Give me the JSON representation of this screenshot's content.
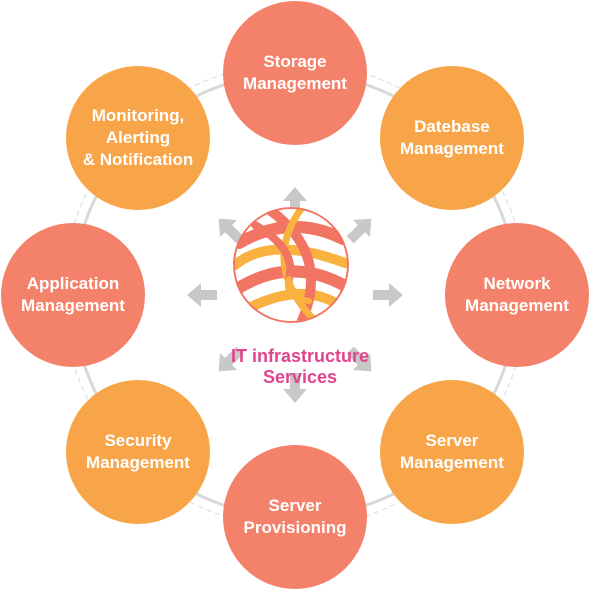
{
  "colors": {
    "coral": "#f4816a",
    "orange": "#f7a548",
    "arrow": "#c8c8c8",
    "ring": "#d8d8d8",
    "center_text": "#e0448e",
    "globe_coral": "#f27463",
    "globe_orange": "#f9b23f"
  },
  "center": {
    "label": "IT infrastructure\nServices",
    "icon": "globe-spiral-icon"
  },
  "nodes": [
    {
      "label": "Storage\nManagement",
      "color": "coral"
    },
    {
      "label": "Datebase\nManagement",
      "color": "orange"
    },
    {
      "label": "Network\nManagement",
      "color": "coral"
    },
    {
      "label": "Server\nManagement",
      "color": "orange"
    },
    {
      "label": "Server\nProvisioning",
      "color": "coral"
    },
    {
      "label": "Security\nManagement",
      "color": "orange"
    },
    {
      "label": "Application\nManagement",
      "color": "coral"
    },
    {
      "label": "Monitoring,\nAlerting\n& Notification",
      "color": "orange"
    }
  ]
}
